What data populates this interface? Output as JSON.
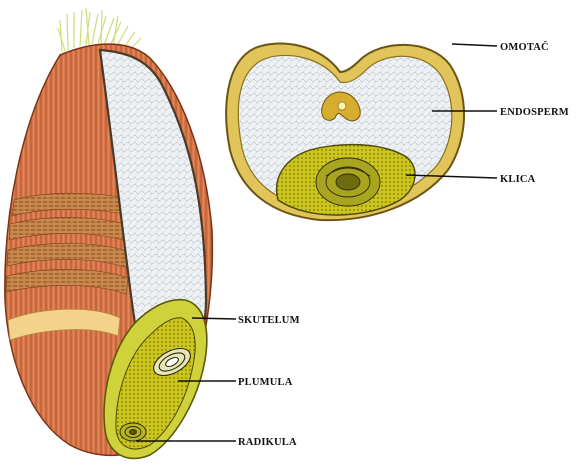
{
  "labels": {
    "omotac": "OMOTAČ",
    "endosperm": "ENDOSPERM",
    "klica": "KLICA",
    "skutelum": "SKUTELUM",
    "plumula": "PLUMULA",
    "radikula": "RADIKULA"
  },
  "colors": {
    "husk": "#d9774a",
    "husk_dark": "#8a3a1c",
    "endosperm": "#e8edf2",
    "embryo": "#c9c41a",
    "embryo_dark": "#6b6a0c",
    "coat": "#c8a83a",
    "brush": "#d6e48a"
  }
}
